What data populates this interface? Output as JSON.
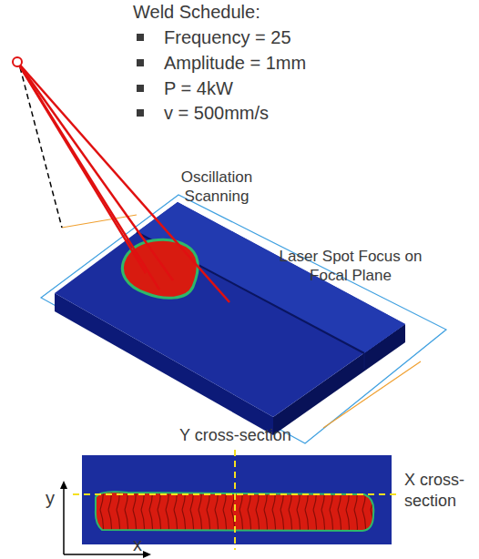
{
  "diagram": {
    "labels": [
      "Weld Schedule:",
      "Frequency = 25",
      "Amplitude = 1mm",
      "P = 4kW",
      "v = 500mm/s",
      "Oscillation Scanning",
      "Laser Spot Focus on Focal Plane",
      "Y cross-section",
      "X cross-section",
      "y",
      "x"
    ]
  }
}
